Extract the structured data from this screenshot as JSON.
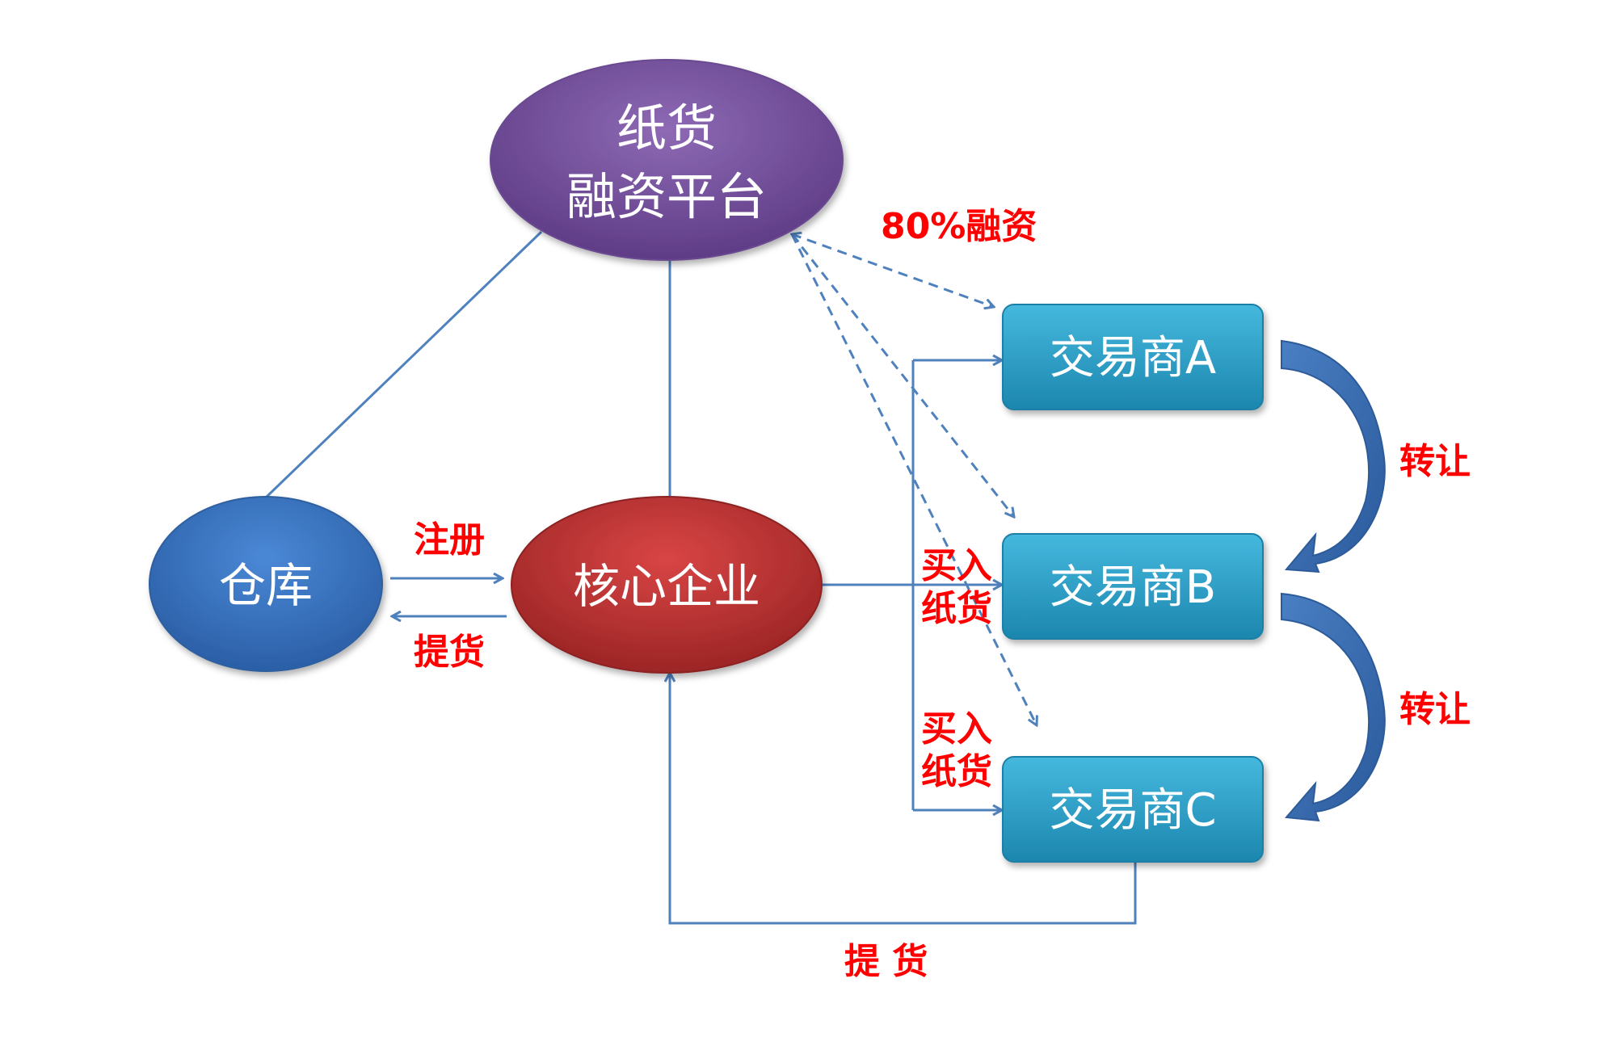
{
  "nodes": {
    "platform": {
      "line1": "纸货",
      "line2": "融资平台"
    },
    "warehouse": "仓库",
    "core": "核心企业",
    "traders": [
      "交易商A",
      "交易商B",
      "交易商C"
    ]
  },
  "labels": {
    "financing": "80%融资",
    "register": "注册",
    "pickup_left": "提货",
    "buy_b": [
      "买入",
      "纸货"
    ],
    "buy_c": [
      "买入",
      "纸货"
    ],
    "transfer_ab": "转让",
    "transfer_bc": "转让",
    "pickup_bottom": "提 货"
  },
  "colors": {
    "platform": "#7b569e",
    "warehouse": "#3a76c4",
    "core": "#c33535",
    "trader": "#2aa0c8",
    "line": "#4f81bd",
    "label": "#ff0000"
  }
}
